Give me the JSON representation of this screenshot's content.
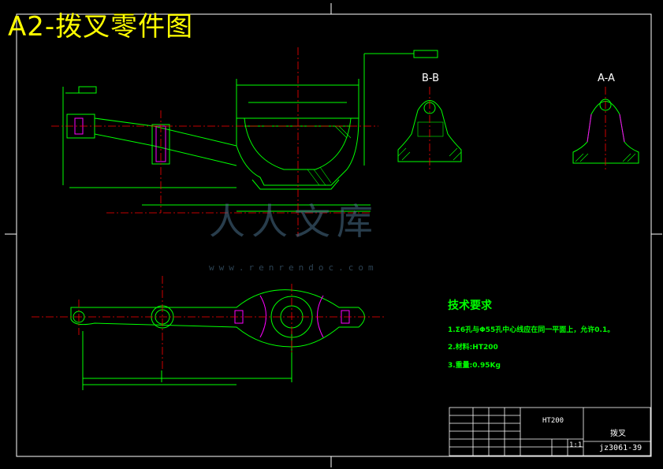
{
  "title": "A2-拨叉零件图",
  "views": {
    "section_bb": "B-B",
    "section_aa": "A-A"
  },
  "technical_requirements": {
    "heading": "技术要求",
    "items": [
      "1.Σ6孔与Φ55孔中心线应在同一平面上，允许0.1。",
      "2.材料:HT200",
      "3.重量:0.95Kg"
    ]
  },
  "title_block": {
    "material": "HT200",
    "part_name": "拨叉",
    "scale": "1:1",
    "drawing_number": "jz3061-39"
  },
  "watermark": {
    "text": "人人文库",
    "url": "www.renrendoc.com"
  },
  "colors": {
    "background": "#000000",
    "frame": "#ffffff",
    "part_outline": "#00ff00",
    "dimension": "#00ff00",
    "centerline": "#ff0000",
    "hatch": "#ff00ff",
    "title": "#ffff00"
  }
}
